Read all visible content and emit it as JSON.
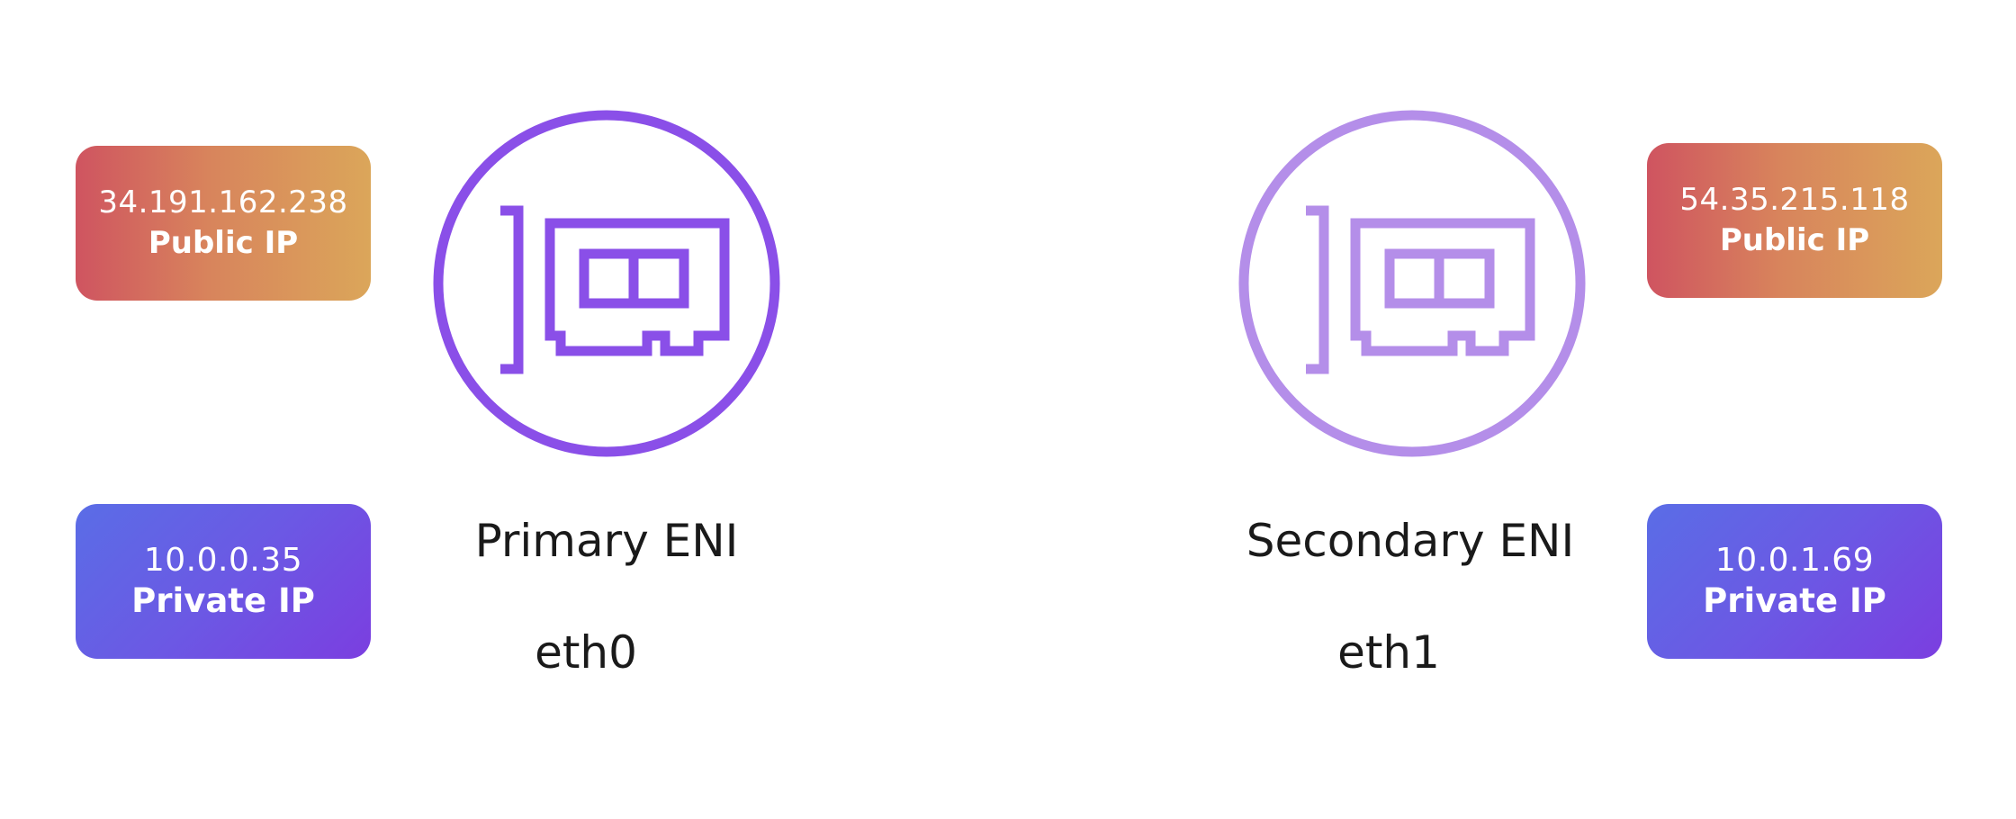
{
  "primary": {
    "public_ip": "34.191.162.238",
    "public_label": "Public IP",
    "private_ip": "10.0.0.35",
    "private_label": "Private IP",
    "eni_label": "Primary ENI",
    "interface": "eth0",
    "icon": "network-card-icon",
    "color": "#8a4fe8"
  },
  "secondary": {
    "public_ip": "54.35.215.118",
    "public_label": "Public IP",
    "private_ip": "10.0.1.69",
    "private_label": "Private IP",
    "eni_label": "Secondary ENI",
    "interface": "eth1",
    "icon": "network-card-icon",
    "color": "#b48ee9"
  },
  "colors": {
    "public_gradient": [
      "#cf5460",
      "#dba65a"
    ],
    "private_gradient": [
      "#5a6de6",
      "#7b3ee0"
    ]
  }
}
